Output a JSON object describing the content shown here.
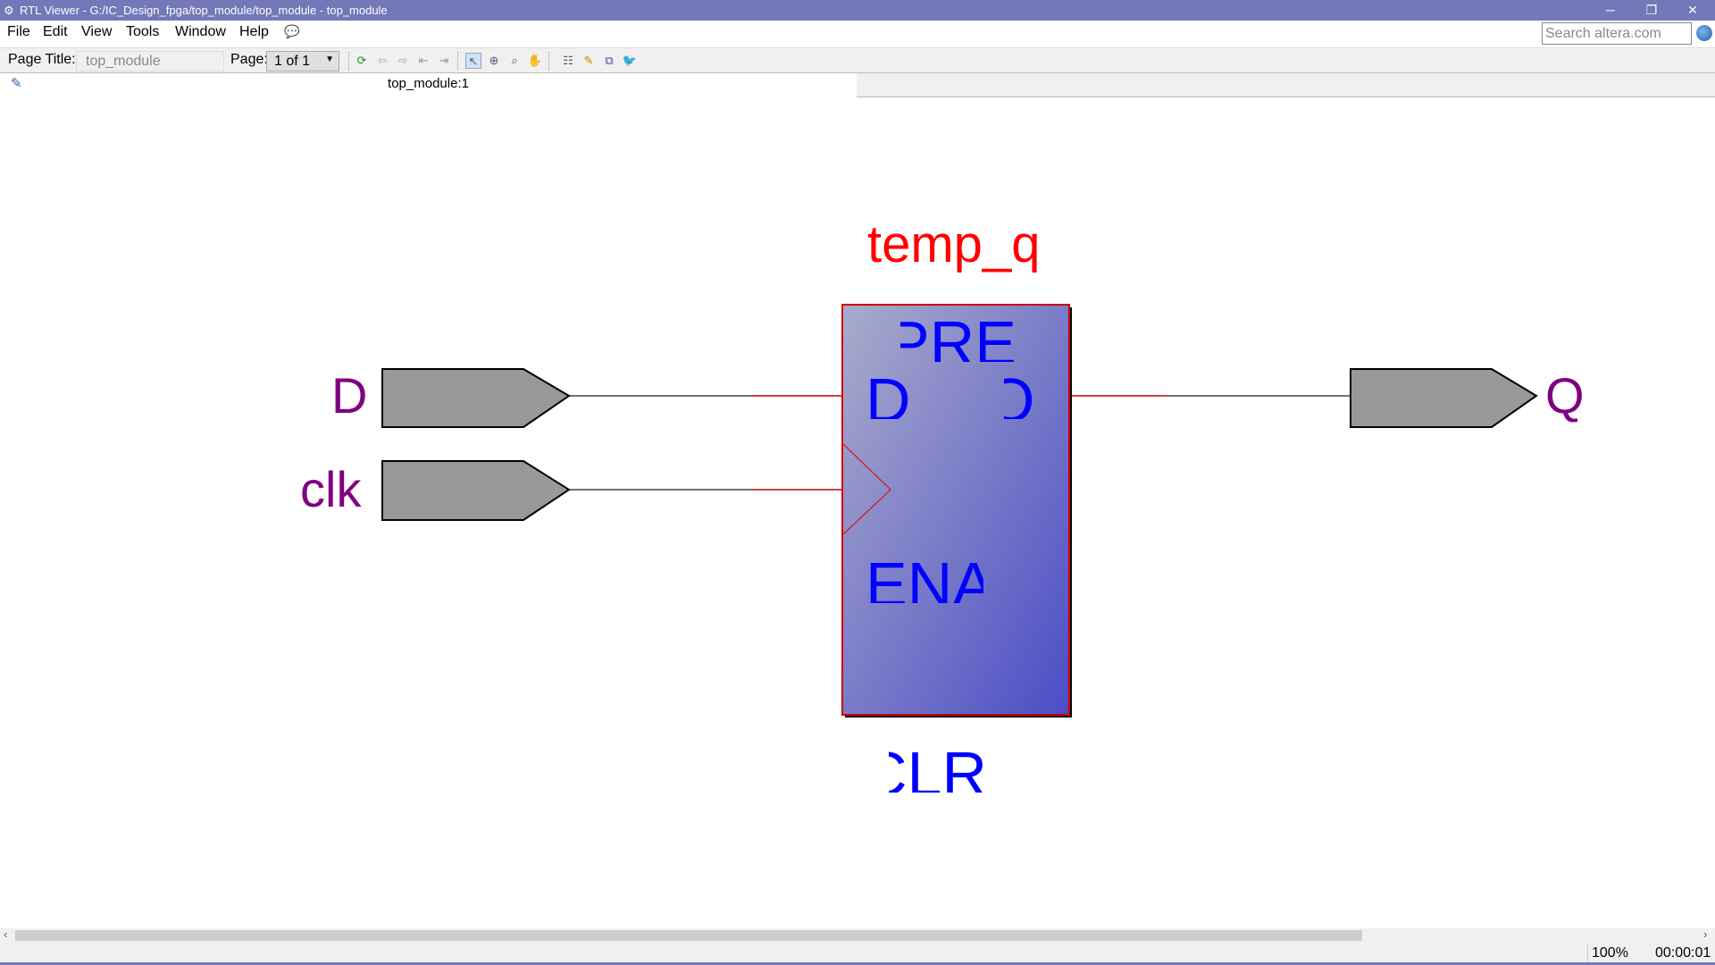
{
  "window": {
    "title": "RTL Viewer - G:/IC_Design_fpga/top_module/top_module - top_module",
    "minimize": "─",
    "restore": "❐",
    "close": "✕"
  },
  "menu": [
    "File",
    "Edit",
    "View",
    "Tools",
    "Window",
    "Help"
  ],
  "search": {
    "placeholder": "Search altera.com"
  },
  "toolbar": {
    "page_title_label": "Page Title:",
    "page_title_value": "top_module",
    "page_label": "Page:",
    "page_value": "1 of 1"
  },
  "tab": {
    "label": "top_module:1"
  },
  "schematic": {
    "register": {
      "name": "temp_q",
      "pins": {
        "pre": "PRE",
        "d": "D",
        "q": "Q",
        "ena": "ENA",
        "clr": "CLR"
      },
      "fill": "#8a8ccc",
      "border": "#d00000"
    },
    "inputs": [
      {
        "name": "D"
      },
      {
        "name": "clk"
      }
    ],
    "outputs": [
      {
        "name": "Q"
      }
    ],
    "port_color": "#999999",
    "label_color": "#800080",
    "wire_color": "#c00000"
  },
  "status": {
    "zoom": "100%",
    "time": "00:00:01"
  }
}
